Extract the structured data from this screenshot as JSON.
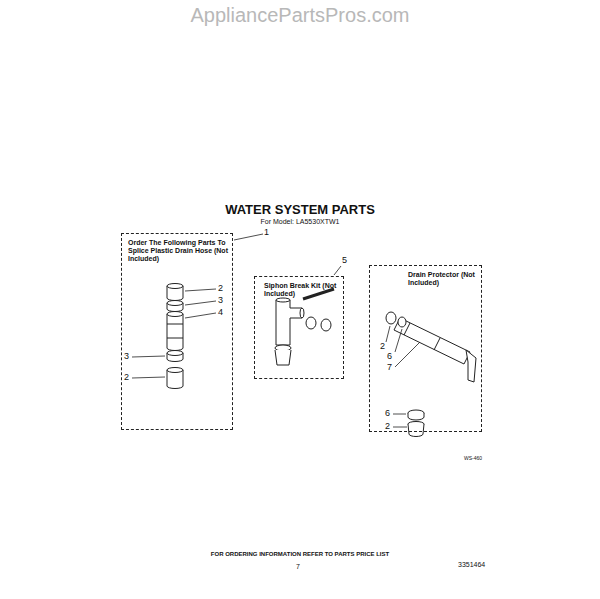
{
  "diagram": {
    "title": "WATER SYSTEM PARTS",
    "nodes": [
      {
        "text": [
          "Order The Following Parts To Splice Plastic Drain Hose (Not Included)"
        ]
      },
      {
        "text": [
          "Siphon Break Kit (Not Included)"
        ]
      },
      {
        "text": [
          "Drain Protector (Not Included)"
        ]
      }
    ],
    "labels": [
      "AppliancePartsPros.com",
      "For Model: LA5530XTW1",
      "1",
      "2",
      "3",
      "4",
      "3",
      "2",
      "5",
      "2",
      "6",
      "7",
      "6",
      "2",
      "WS-460",
      "FOR ORDERING INFORMATION REFER TO PARTS PRICE LIST",
      "7",
      "3351464"
    ]
  }
}
